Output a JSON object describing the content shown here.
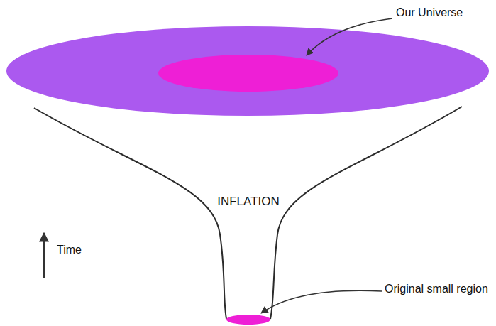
{
  "diagram": {
    "labels": [
      "Our Universe",
      "INFLATION",
      "Time",
      "Original small region"
    ]
  }
}
